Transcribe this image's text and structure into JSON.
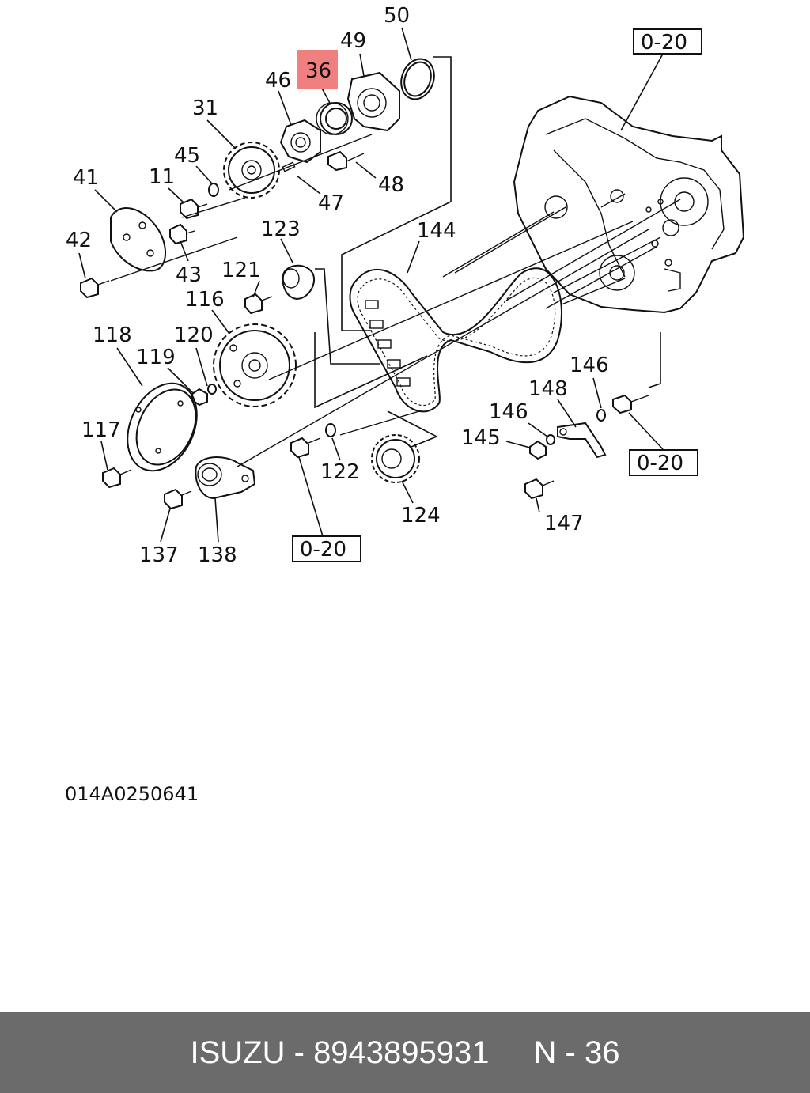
{
  "callouts": {
    "c50": "50",
    "c49": "49",
    "c36": "36",
    "c46": "46",
    "c31": "31",
    "c45": "45",
    "c11": "11",
    "c41": "41",
    "c47": "47",
    "c48": "48",
    "c42": "42",
    "c43": "43",
    "c123": "123",
    "c144": "144",
    "c121": "121",
    "c116": "116",
    "c118": "118",
    "c120": "120",
    "c119": "119",
    "c146a": "146",
    "c148": "148",
    "c146b": "146",
    "c145": "145",
    "c117": "117",
    "c122": "122",
    "c124": "124",
    "c147": "147",
    "c137": "137",
    "c138": "138"
  },
  "refs": {
    "ref_top": "0-20",
    "ref_right": "0-20",
    "ref_bottom": "0-20"
  },
  "highlight_color": "#f08080",
  "drawing_number": "014A0250641",
  "footer": {
    "brand_part": "ISUZU - 8943895931",
    "page_ref": "N - 36"
  }
}
